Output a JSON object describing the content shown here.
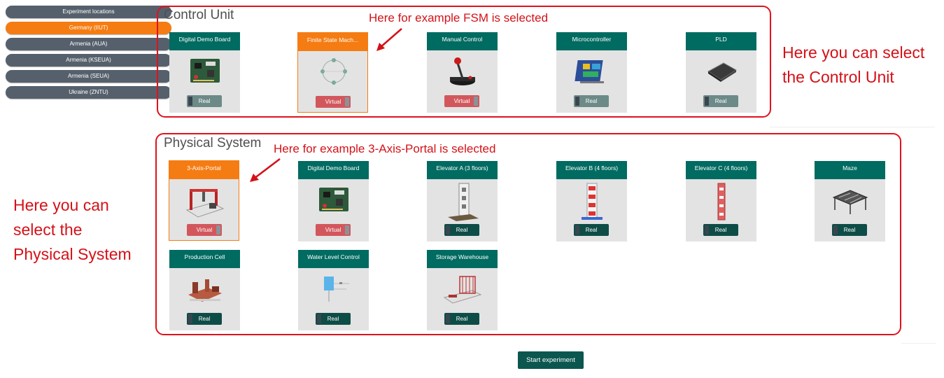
{
  "sidebar": {
    "items": [
      {
        "label": "Experiment locations"
      },
      {
        "label": "Germany (IIUT)"
      },
      {
        "label": "Armenia (AUA)"
      },
      {
        "label": "Armenia (KSEUA)"
      },
      {
        "label": "Armenia (SEUA)"
      },
      {
        "label": "Ukraine (ZNTU)"
      }
    ]
  },
  "control_unit": {
    "title": "Control Unit",
    "tiles": [
      {
        "label": "Digital Demo Board",
        "mode": "Real",
        "icon": "circuit-board-icon",
        "state": "real-gray"
      },
      {
        "label": "Finite State Mach...",
        "mode": "Virtual",
        "icon": "state-machine-icon",
        "state": "selected"
      },
      {
        "label": "Manual Control",
        "mode": "Virtual",
        "icon": "joystick-icon",
        "state": "virtual"
      },
      {
        "label": "Microcontroller",
        "mode": "Real",
        "icon": "microcontroller-icon",
        "state": "real-gray"
      },
      {
        "label": "PLD",
        "mode": "Real",
        "icon": "chip-icon",
        "state": "real-gray"
      }
    ]
  },
  "physical_system": {
    "title": "Physical System",
    "tiles": [
      {
        "label": "3-Axis-Portal",
        "mode": "Virtual",
        "icon": "portal-icon",
        "state": "selected"
      },
      {
        "label": "Digital Demo Board",
        "mode": "Virtual",
        "icon": "circuit-board-icon",
        "state": "virtual"
      },
      {
        "label": "Elevator A (3 floors)",
        "mode": "Real",
        "icon": "elevator-icon",
        "state": "real"
      },
      {
        "label": "Elevator B (4 floors)",
        "mode": "Real",
        "icon": "elevator-icon",
        "state": "real"
      },
      {
        "label": "Elevator C (4 floors)",
        "mode": "Real",
        "icon": "elevator-icon",
        "state": "real"
      },
      {
        "label": "Maze",
        "mode": "Real",
        "icon": "maze-icon",
        "state": "real"
      },
      {
        "label": "Production Cell",
        "mode": "Real",
        "icon": "production-cell-icon",
        "state": "real"
      },
      {
        "label": "Water Level Control",
        "mode": "Real",
        "icon": "water-tank-icon",
        "state": "real"
      },
      {
        "label": "Storage Warehouse",
        "mode": "Real",
        "icon": "warehouse-icon",
        "state": "real"
      }
    ]
  },
  "annotations": {
    "fsm_note": "Here for example FSM is selected",
    "cu_note": [
      "Here you can select",
      "the Control Unit"
    ],
    "portal_note": "Here for example 3-Axis-Portal is selected",
    "ps_note": [
      "Here you can",
      "select the",
      "Physical System"
    ]
  },
  "actions": {
    "start_label": "Start experiment"
  },
  "colors": {
    "accent": "#f57c12",
    "teal": "#006b61",
    "annotation": "#d41118",
    "virtual": "#d2575c"
  }
}
